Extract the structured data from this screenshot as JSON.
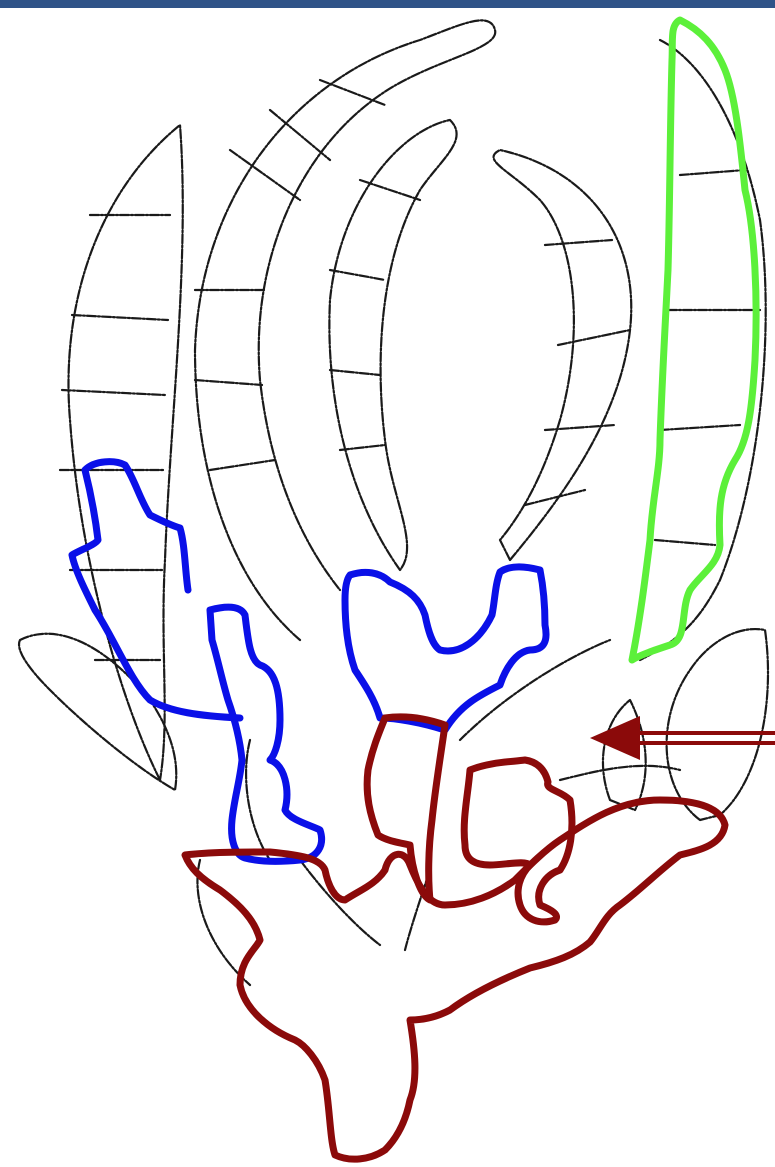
{
  "title": "",
  "colors": {
    "background": "#ffffff",
    "topbar": "#2f5388",
    "outline": "#1a1a1a",
    "green_highlight": "#5cf03a",
    "blue_highlight": "#0a10e8",
    "red_highlight": "#8b0a0a",
    "arrow": "#8b0a0a"
  },
  "highlights": [
    {
      "id": "green",
      "color_key": "green_highlight",
      "count": 1
    },
    {
      "id": "blue",
      "color_key": "blue_highlight",
      "count": 4
    },
    {
      "id": "red",
      "color_key": "red_highlight",
      "count": 3
    }
  ],
  "pointer": {
    "icon": "double-shaft-arrow-left-icon",
    "color_key": "arrow"
  }
}
